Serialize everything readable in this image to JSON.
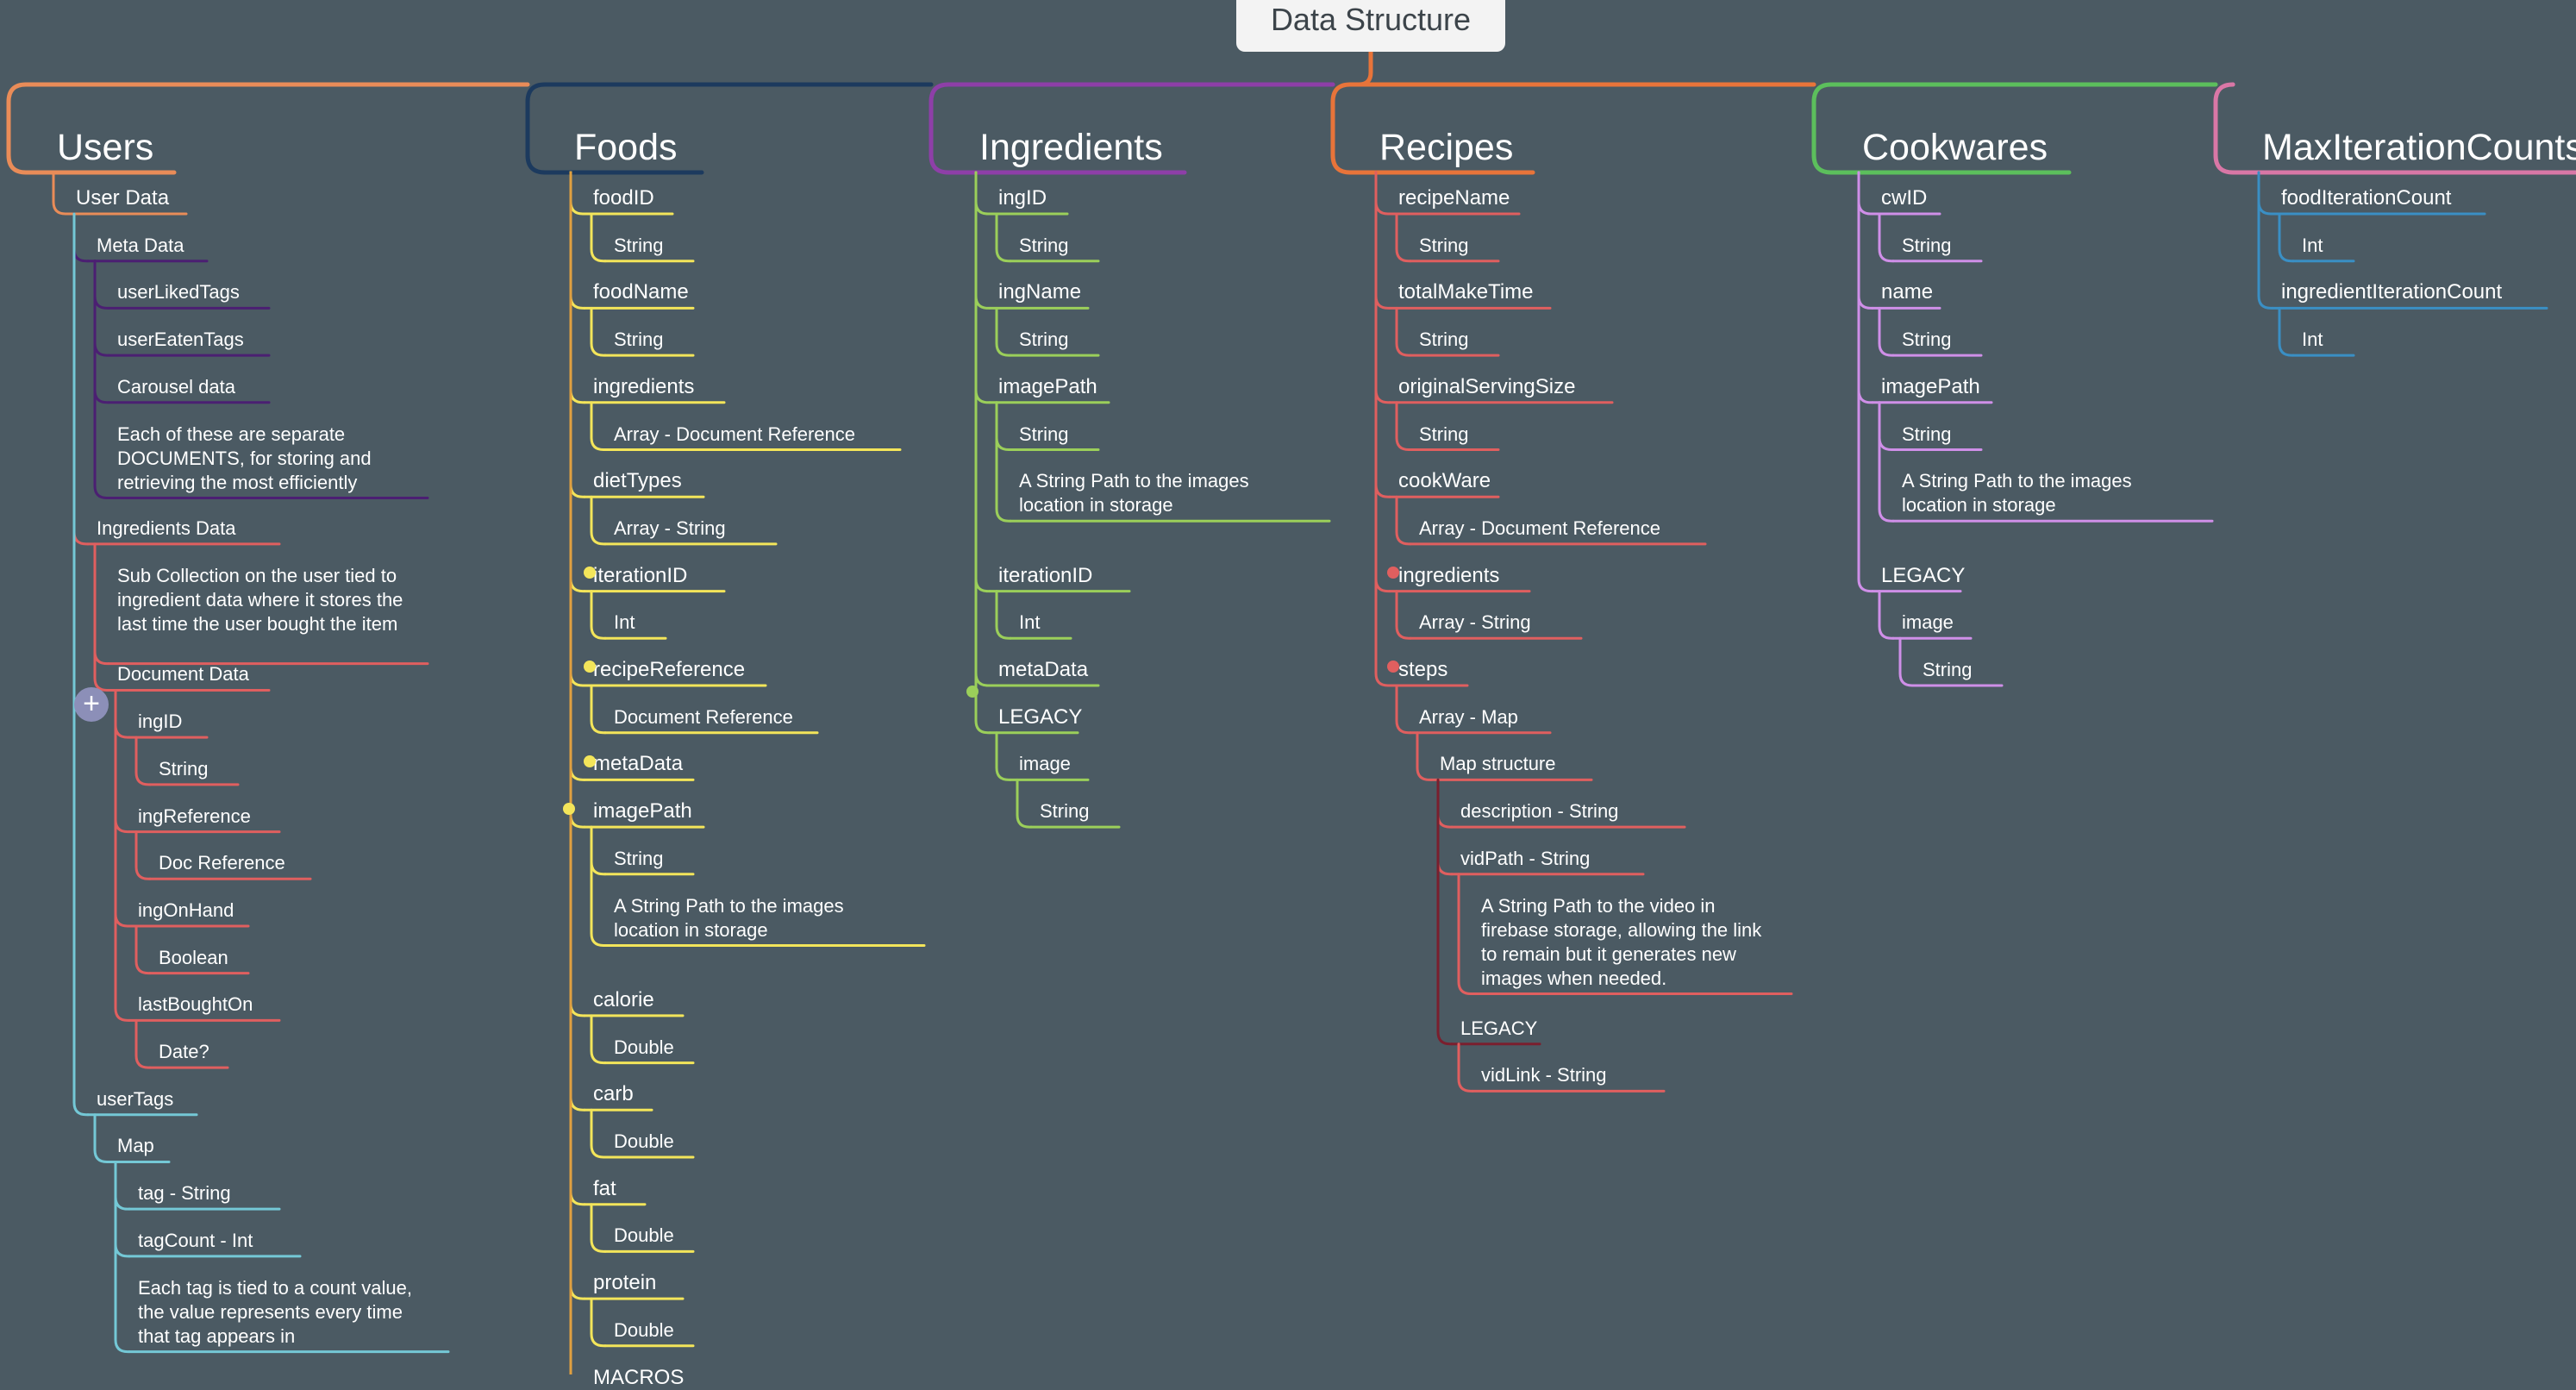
{
  "root": {
    "label": "Data Structure",
    "color": "#f3f3f3"
  },
  "branches": [
    {
      "key": "users",
      "label": "Users",
      "color": "#e98c58",
      "nodes": [
        {
          "label": "User Data",
          "color": "#e98c58"
        },
        {
          "label": "Meta Data",
          "color": "#4b1f72"
        },
        {
          "label": "userLikedTags",
          "color": "#4b1f72"
        },
        {
          "label": "userEatenTags",
          "color": "#4b1f72"
        },
        {
          "label": "Carousel data",
          "color": "#4b1f72"
        },
        {
          "label": "Each of these are separate DOCUMENTS, for storing and retrieving the most efficiently",
          "color": "#4b1f72"
        },
        {
          "label": "Ingredients Data",
          "color": "#e05f5f"
        },
        {
          "label": "Sub Collection on the user tied to ingredient data where it stores the last time the user bought the item",
          "color": "#e05f5f"
        },
        {
          "label": "Document Data",
          "color": "#e05f5f"
        },
        {
          "label": "ingID",
          "color": "#e05f5f"
        },
        {
          "label": "String",
          "color": "#e05f5f"
        },
        {
          "label": "ingReference",
          "color": "#e05f5f"
        },
        {
          "label": "Doc Reference",
          "color": "#e05f5f"
        },
        {
          "label": "ingOnHand",
          "color": "#e05f5f"
        },
        {
          "label": "Boolean",
          "color": "#e05f5f"
        },
        {
          "label": "lastBoughtOn",
          "color": "#e05f5f"
        },
        {
          "label": "Date?",
          "color": "#e05f5f"
        },
        {
          "label": "userTags",
          "color": "#74c8d6"
        },
        {
          "label": "Map",
          "color": "#74c8d6"
        },
        {
          "label": "tag - String",
          "color": "#74c8d6"
        },
        {
          "label": "tagCount - Int",
          "color": "#74c8d6"
        },
        {
          "label": "Each tag is tied to a count value, the value represents every time that tag appears in",
          "color": "#74c8d6"
        }
      ]
    },
    {
      "key": "foods",
      "label": "Foods",
      "color": "#1c3a5e",
      "nodes": [
        {
          "label": "foodID",
          "color": "#f3e55a"
        },
        {
          "label": "String",
          "color": "#f3e55a"
        },
        {
          "label": "foodName",
          "color": "#f3e55a"
        },
        {
          "label": "String",
          "color": "#f3e55a"
        },
        {
          "label": "ingredients",
          "color": "#f3e55a"
        },
        {
          "label": "Array - Document Reference",
          "color": "#f3e55a"
        },
        {
          "label": "dietTypes",
          "color": "#f3e55a"
        },
        {
          "label": "Array - String",
          "color": "#f3e55a"
        },
        {
          "label": "iterationID",
          "color": "#f3e55a"
        },
        {
          "label": "Int",
          "color": "#f3e55a"
        },
        {
          "label": "recipeReference",
          "color": "#f3e55a"
        },
        {
          "label": "Document Reference",
          "color": "#f3e55a"
        },
        {
          "label": "metaData",
          "color": "#f3e55a"
        },
        {
          "label": "imagePath",
          "color": "#f3e55a"
        },
        {
          "label": "String",
          "color": "#f3e55a"
        },
        {
          "label": "A String Path to the images location in storage",
          "color": "#f3e55a"
        },
        {
          "label": "calorie",
          "color": "#f3e55a"
        },
        {
          "label": "Double",
          "color": "#f3e55a"
        },
        {
          "label": "carb",
          "color": "#f3e55a"
        },
        {
          "label": "Double",
          "color": "#f3e55a"
        },
        {
          "label": "fat",
          "color": "#f3e55a"
        },
        {
          "label": "Double",
          "color": "#f3e55a"
        },
        {
          "label": "protein",
          "color": "#f3e55a"
        },
        {
          "label": "Double",
          "color": "#f3e55a"
        },
        {
          "label": "MACROS",
          "color": "#e0a040"
        }
      ]
    },
    {
      "key": "ingredients",
      "label": "Ingredients",
      "color": "#8e3fa8",
      "nodes": [
        {
          "label": "ingID",
          "color": "#9bcf5a"
        },
        {
          "label": "String",
          "color": "#9bcf5a"
        },
        {
          "label": "ingName",
          "color": "#9bcf5a"
        },
        {
          "label": "String",
          "color": "#9bcf5a"
        },
        {
          "label": "imagePath",
          "color": "#9bcf5a"
        },
        {
          "label": "String",
          "color": "#9bcf5a"
        },
        {
          "label": "A String Path to the images location in storage",
          "color": "#9bcf5a"
        },
        {
          "label": "iterationID",
          "color": "#9bcf5a"
        },
        {
          "label": "Int",
          "color": "#9bcf5a"
        },
        {
          "label": "metaData",
          "color": "#9bcf5a"
        },
        {
          "label": "LEGACY",
          "color": "#9bcf5a"
        },
        {
          "label": "image",
          "color": "#9bcf5a"
        },
        {
          "label": "String",
          "color": "#9bcf5a"
        }
      ]
    },
    {
      "key": "recipes",
      "label": "Recipes",
      "color": "#e8743a",
      "nodes": [
        {
          "label": "recipeName",
          "color": "#e05f5f"
        },
        {
          "label": "String",
          "color": "#e05f5f"
        },
        {
          "label": "totalMakeTime",
          "color": "#e05f5f"
        },
        {
          "label": "String",
          "color": "#e05f5f"
        },
        {
          "label": "originalServingSize",
          "color": "#e05f5f"
        },
        {
          "label": "String",
          "color": "#e05f5f"
        },
        {
          "label": "cookWare",
          "color": "#e05f5f"
        },
        {
          "label": "Array - Document Reference",
          "color": "#e05f5f"
        },
        {
          "label": "ingredients",
          "color": "#e05f5f"
        },
        {
          "label": "Array - String",
          "color": "#e05f5f"
        },
        {
          "label": "steps",
          "color": "#e05f5f"
        },
        {
          "label": "Array - Map",
          "color": "#e05f5f"
        },
        {
          "label": "Map structure",
          "color": "#e05f5f"
        },
        {
          "label": "description - String",
          "color": "#e05f5f"
        },
        {
          "label": "vidPath - String",
          "color": "#e05f5f"
        },
        {
          "label": "A String Path to the video in firebase storage, allowing the link to remain but it generates new images when needed.",
          "color": "#e05f5f"
        },
        {
          "label": "LEGACY",
          "color": "#7a1f2e"
        },
        {
          "label": "vidLink - String",
          "color": "#e05f5f"
        }
      ]
    },
    {
      "key": "cookwares",
      "label": "Cookwares",
      "color": "#5cbf5c",
      "nodes": [
        {
          "label": "cwID",
          "color": "#cf8fe8"
        },
        {
          "label": "String",
          "color": "#cf8fe8"
        },
        {
          "label": "name",
          "color": "#cf8fe8"
        },
        {
          "label": "String",
          "color": "#cf8fe8"
        },
        {
          "label": "imagePath",
          "color": "#cf8fe8"
        },
        {
          "label": "String",
          "color": "#cf8fe8"
        },
        {
          "label": "A String Path to the images location in storage",
          "color": "#cf8fe8"
        },
        {
          "label": "LEGACY",
          "color": "#cf8fe8"
        },
        {
          "label": "image",
          "color": "#cf8fe8"
        },
        {
          "label": "String",
          "color": "#cf8fe8"
        }
      ]
    },
    {
      "key": "maxiter",
      "label": "MaxIterationCounts",
      "color": "#d977a6",
      "nodes": [
        {
          "label": "foodIterationCount",
          "color": "#3a8fc4"
        },
        {
          "label": "Int",
          "color": "#3a8fc4"
        },
        {
          "label": "ingredientIterationCount",
          "color": "#3a8fc4"
        },
        {
          "label": "Int",
          "color": "#3a8fc4"
        }
      ]
    }
  ]
}
